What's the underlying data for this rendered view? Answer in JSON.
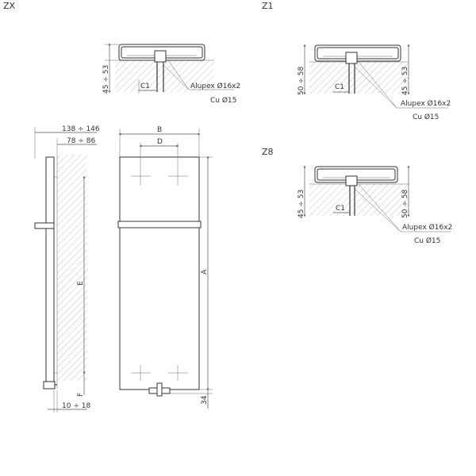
{
  "views": {
    "zx": {
      "label": "ZX",
      "depth": "45 ÷ 53",
      "c1": "C1",
      "alupex": "Alupex Ø16x2",
      "cu": "Cu Ø15"
    },
    "z1": {
      "label": "Z1",
      "depth_left": "50 ÷ 58",
      "depth_right": "45 ÷ 53",
      "c1": "C1",
      "alupex": "Alupex Ø16x2",
      "cu": "Cu Ø15"
    },
    "z8": {
      "label": "Z8",
      "depth_left": "45 ÷ 53",
      "depth_right": "50 ÷ 58",
      "c1": "C1",
      "alupex": "Alupex Ø16x2",
      "cu": "Cu Ø15"
    }
  },
  "side_view": {
    "outer_depth": "138 ÷ 146",
    "inner_depth": "78 ÷ 86",
    "height_e": "E",
    "offset_f": "F",
    "bottom_gap": "10 ÷ 18"
  },
  "front_view": {
    "width_b": "B",
    "spacing_d": "D",
    "height_a": "A",
    "bottom_34": "34"
  }
}
